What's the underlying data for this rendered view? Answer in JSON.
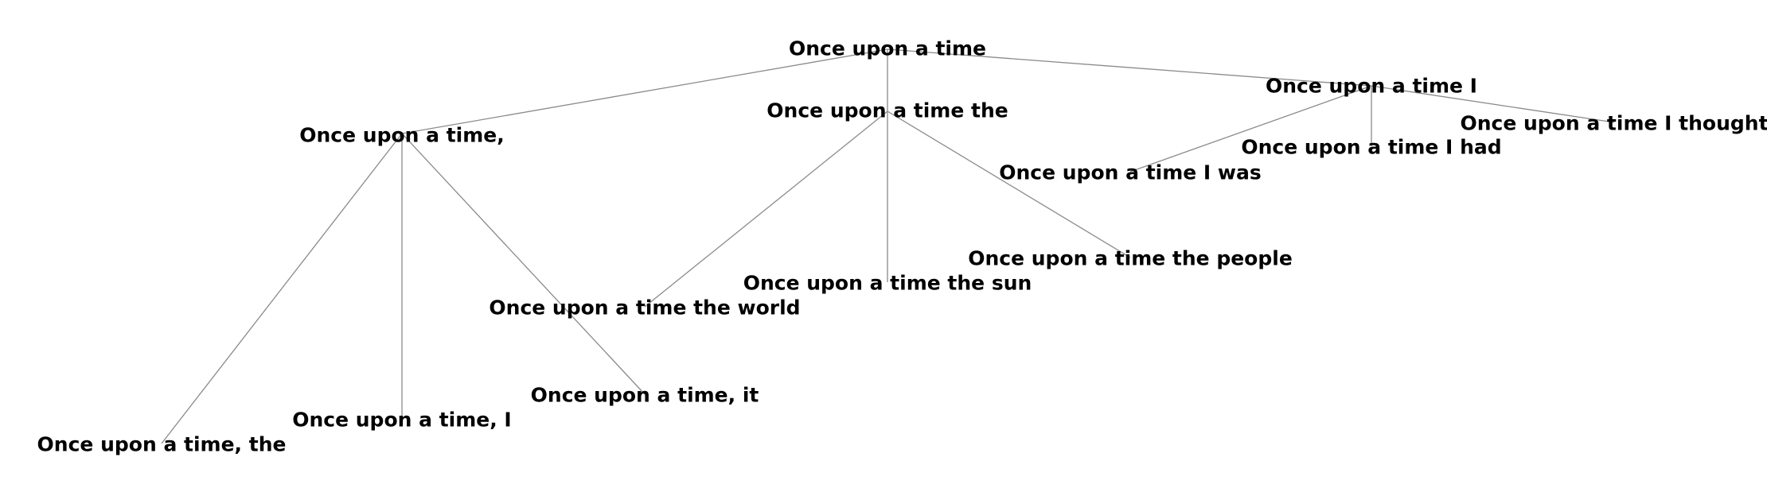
{
  "tree": {
    "nodes": [
      {
        "id": "n0",
        "label": "Once upon a time"
      },
      {
        "id": "n1",
        "label": "Once upon a time,"
      },
      {
        "id": "n2",
        "label": "Once upon a time the"
      },
      {
        "id": "n3",
        "label": "Once upon a time I"
      },
      {
        "id": "n4",
        "label": "Once upon a time, the"
      },
      {
        "id": "n5",
        "label": "Once upon a time, I"
      },
      {
        "id": "n6",
        "label": "Once upon a time, it"
      },
      {
        "id": "n7",
        "label": "Once upon a time the world"
      },
      {
        "id": "n8",
        "label": "Once upon a time the sun"
      },
      {
        "id": "n9",
        "label": "Once upon a time the people"
      },
      {
        "id": "n10",
        "label": "Once upon a time I was"
      },
      {
        "id": "n11",
        "label": "Once upon a time I had"
      },
      {
        "id": "n12",
        "label": "Once upon a time I thought"
      }
    ],
    "edges": [
      [
        "n0",
        "n1"
      ],
      [
        "n0",
        "n2"
      ],
      [
        "n0",
        "n3"
      ],
      [
        "n1",
        "n4"
      ],
      [
        "n1",
        "n5"
      ],
      [
        "n1",
        "n6"
      ],
      [
        "n2",
        "n7"
      ],
      [
        "n2",
        "n8"
      ],
      [
        "n2",
        "n9"
      ],
      [
        "n3",
        "n10"
      ],
      [
        "n3",
        "n11"
      ],
      [
        "n3",
        "n12"
      ]
    ]
  }
}
